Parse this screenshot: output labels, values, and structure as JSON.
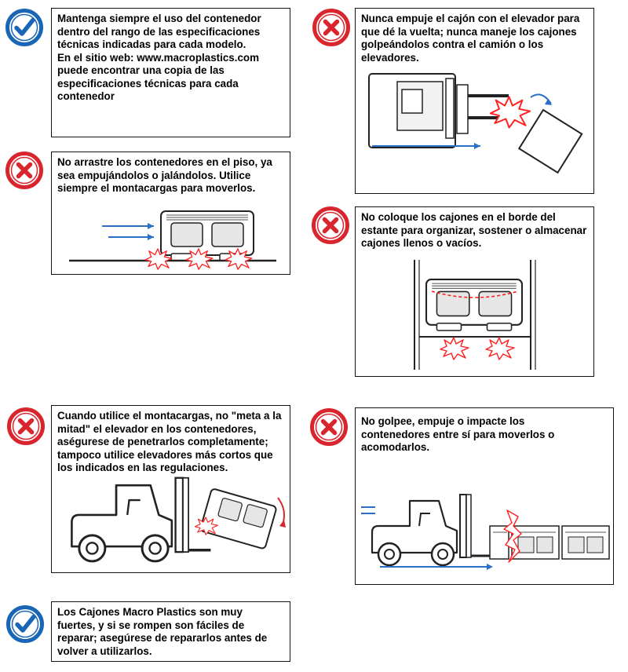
{
  "colors": {
    "ok": "#1a66b6",
    "no": "#d9252d",
    "arrow": "#2a6fc4",
    "impact": "#ff2020"
  },
  "icons": {
    "ok": "checkmark-icon",
    "no": "cross-icon"
  },
  "rules": [
    {
      "id": "spec",
      "kind": "ok",
      "text": "Mantenga siempre el uso del contenedor\ndentro del rango de las especificaciones\ntécnicas indicadas para cada modelo.\nEn el sitio web: www.macroplastics.com\npuede encontrar una copia de las\nespecificaciones técnicas para cada\ncontenedor"
    },
    {
      "id": "push-turn",
      "kind": "no",
      "text": "Nunca empuje el cajón con el elevador para\nque dé la vuelta; nunca maneje los cajones\ngolpeándolos contra el camión o los\nelevadores."
    },
    {
      "id": "drag",
      "kind": "no",
      "text": " No arrastre los contenedores en el piso, ya\nsea empujándolos o jalándolos. Utilice\nsiempre el montacargas para moverlos."
    },
    {
      "id": "rack-edge",
      "kind": "no",
      "text": "No coloque los cajones en el borde del\nestante para organizar, sostener o almacenar\ncajones llenos o vacíos."
    },
    {
      "id": "half-fork",
      "kind": "no",
      "text": "Cuando utilice el montacargas, no \"meta a la\nmitad\" el elevador en los contenedores,\naségurese de penetrarlos completamente;\ntampoco utilice elevadores más cortos que\nlos indicados en las regulaciones."
    },
    {
      "id": "impact",
      "kind": "no",
      "text": "No golpee, empuje o impacte los\ncontenedores entre sí para moverlos o\nacomodarlos."
    },
    {
      "id": "repair",
      "kind": "ok",
      "text": "Los Cajones Macro Plastics son muy\nfuertes, y si se rompen son fáciles de\nreparar; asegúrese de repararlos antes de\nvolver a utilizarlos."
    }
  ]
}
